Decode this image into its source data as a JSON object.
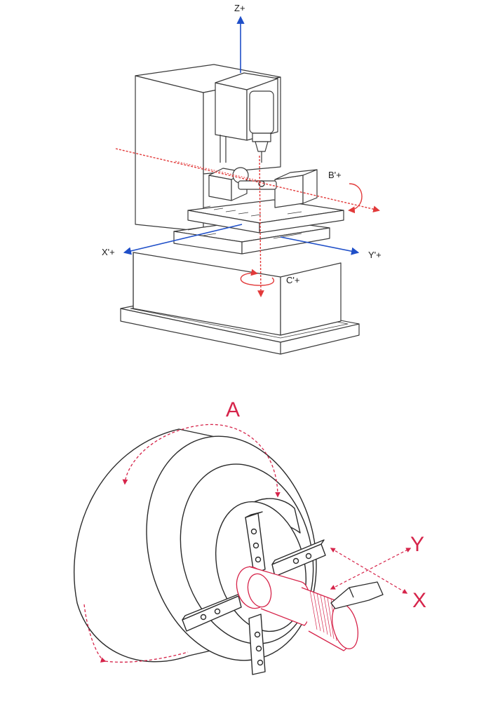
{
  "mill": {
    "labels": {
      "z": "Z+",
      "x": "X'+",
      "y": "Y'+",
      "b": "B'+",
      "c": "C'+"
    }
  },
  "lathe": {
    "labels": {
      "a": "A",
      "x": "X",
      "y": "Y"
    }
  },
  "colors": {
    "line": "#3a3a3a",
    "linear_axis": "#1f4fc8",
    "rotary_axis": "#e23a3a",
    "lathe_accent": "#d6244a"
  }
}
